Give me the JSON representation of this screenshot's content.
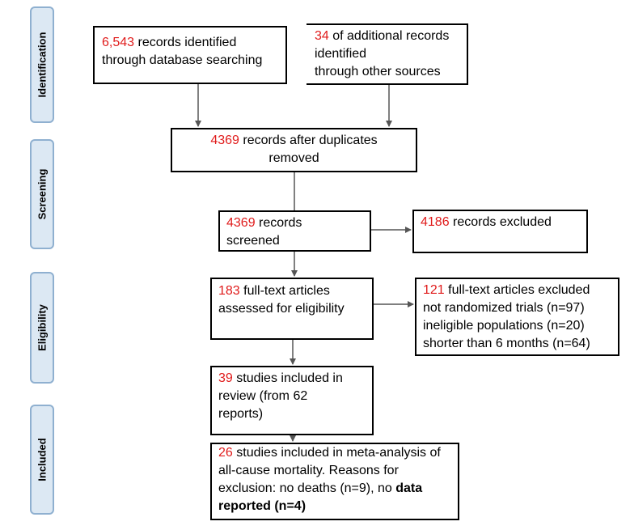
{
  "phases": {
    "identification": "Identification",
    "screening": "Screening",
    "eligibility": "Eligibility",
    "included": "Included"
  },
  "boxes": {
    "db_search": {
      "num": "6,543",
      "line1": " records identified",
      "line2": "through database searching"
    },
    "other_sources": {
      "num": "34",
      "line1": " of additional records",
      "line2": "identified",
      "line3": "through other sources"
    },
    "after_duplicates": {
      "num": "4369",
      "line1": " records after duplicates",
      "line2": "removed"
    },
    "screened": {
      "num": "4369",
      "line1": " records",
      "line2": "screened"
    },
    "excluded": {
      "num": "4186",
      "line1": " records excluded"
    },
    "fulltext_assessed": {
      "num": "183",
      "line1": " full-text articles",
      "line2": "assessed for eligibility"
    },
    "fulltext_excluded": {
      "num": "121",
      "line1": " full-text articles excluded",
      "line2": "not randomized trials (n=97)",
      "line3": "ineligible populations (n=20)",
      "line4": "shorter than 6 months (n=64)"
    },
    "review": {
      "num": "39",
      "line1": " studies included in",
      "line2": "review (from 62",
      "line3": "reports)"
    },
    "meta": {
      "num": "26",
      "line1": " studies included in meta-analysis of",
      "line2": "all-cause mortality. Reasons for",
      "line3": "exclusion: no deaths (n=9), no ",
      "line3_bold": "data",
      "line4_bold": "reported (n=4)"
    }
  },
  "colors": {
    "number": "#e01b1b",
    "phase_fill": "#dce8f3",
    "phase_border": "#8fb0d0"
  }
}
